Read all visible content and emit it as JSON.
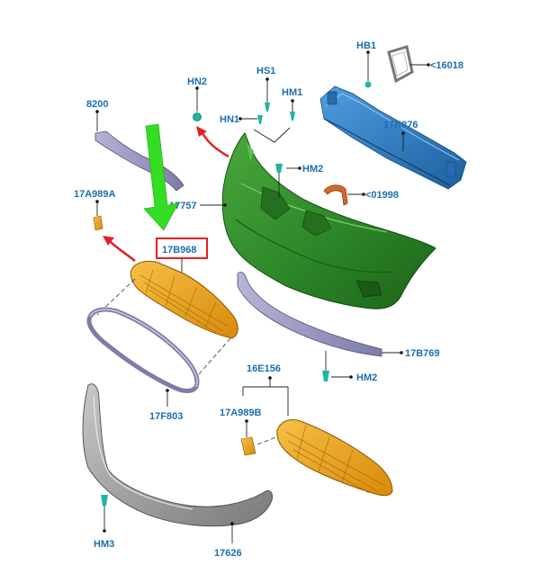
{
  "labels": {
    "hb1": "HB1",
    "p16018": "<16018",
    "hn2_top": "HN2",
    "hs1": "HS1",
    "hm1": "HM1",
    "hn1": "HN1",
    "p8200": "8200",
    "p17k876": "17K876",
    "hm2_top": "HM2",
    "p01998": "<01998",
    "p17a989a": "17A989A",
    "p17757": "17757",
    "p17b968": "17B968",
    "p17b769": "17B769",
    "hm2_bottom": "HM2",
    "p16e156": "16E156",
    "p17a989b": "17A989B",
    "p17f803": "17F803",
    "hm3": "HM3",
    "p17626": "17626"
  },
  "colors": {
    "label_text": "#1a6fb0",
    "highlight_box": "#e02020",
    "green_arrow": "#33dd22",
    "red_arrow": "#e02020",
    "bumper_cover": "#2f8a2a",
    "reinforcement": "#2f7fc4",
    "grille": "#e8a012",
    "trim_strip": "#8f8fb8",
    "lower_panel": "#9a9a9a",
    "fastener": "#1fb5a5"
  }
}
